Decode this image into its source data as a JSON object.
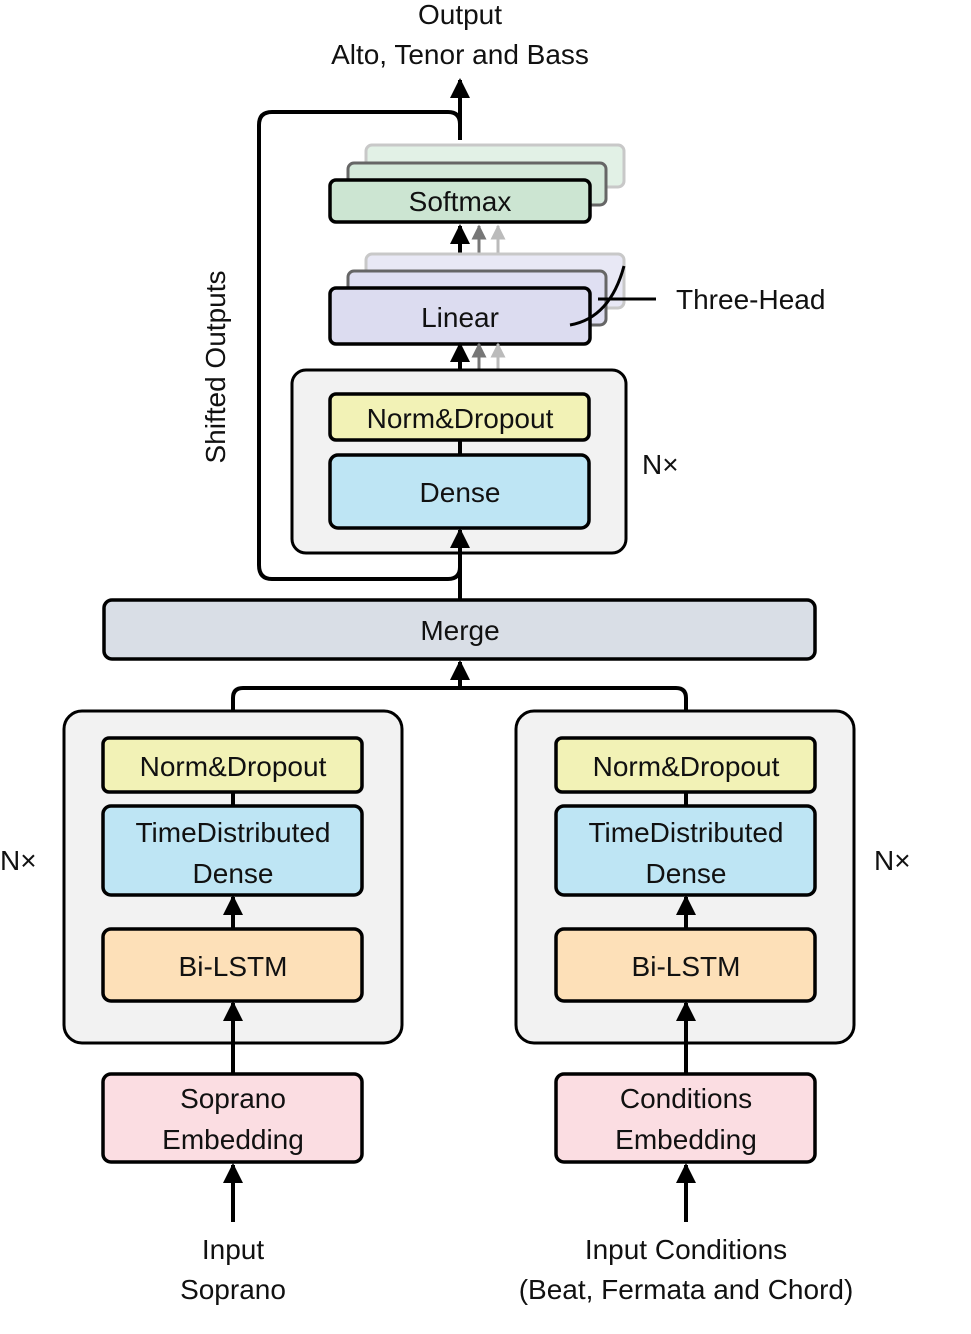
{
  "output": {
    "line1": "Output",
    "line2": "Alto, Tenor and Bass"
  },
  "shifted_outputs": "Shifted Outputs",
  "three_head": "Three-Head",
  "repeat_label": "N×",
  "top": {
    "softmax": "Softmax",
    "linear": "Linear",
    "norm_dropout": "Norm&Dropout",
    "dense": "Dense"
  },
  "merge": "Merge",
  "left": {
    "norm_dropout": "Norm&Dropout",
    "td_dense_line1": "TimeDistributed",
    "td_dense_line2": "Dense",
    "bilstm": "Bi-LSTM",
    "embedding_line1": "Soprano",
    "embedding_line2": "Embedding",
    "input_line1": "Input",
    "input_line2": "Soprano"
  },
  "right": {
    "norm_dropout": "Norm&Dropout",
    "td_dense_line1": "TimeDistributed",
    "td_dense_line2": "Dense",
    "bilstm": "Bi-LSTM",
    "embedding_line1": "Conditions",
    "embedding_line2": "Embedding",
    "input_line1": "Input Conditions",
    "input_line2": "(Beat, Fermata and Chord)"
  },
  "colors": {
    "softmax": "#cce5d2",
    "linear": "#dcdcf0",
    "norm_dropout": "#f2f2b6",
    "dense": "#bee5f4",
    "bilstm": "#fde0b8",
    "embedding": "#fbdde2",
    "merge": "#d9dee6",
    "group": "#f2f2f2"
  }
}
